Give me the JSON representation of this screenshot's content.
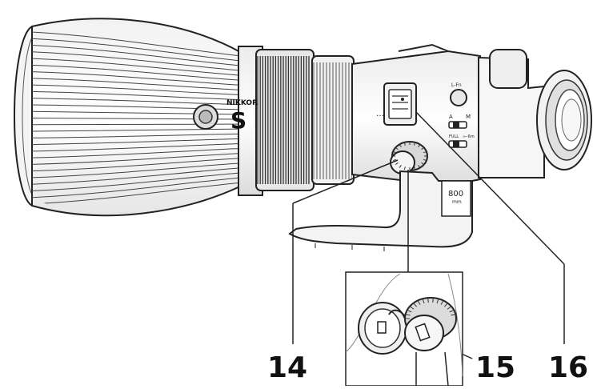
{
  "lens": {
    "brand_text": "NIKKOR",
    "series_text": "S",
    "focal_length_text": "800",
    "focal_length_unit": "mm",
    "mount_label": "L-Fn",
    "focus_mode_a": "A",
    "focus_mode_m": "M",
    "limit_label_a": "FULL",
    "limit_label_b": "∞–6m"
  },
  "callouts": [
    {
      "number": "14"
    },
    {
      "number": "15"
    },
    {
      "number": "16"
    }
  ]
}
